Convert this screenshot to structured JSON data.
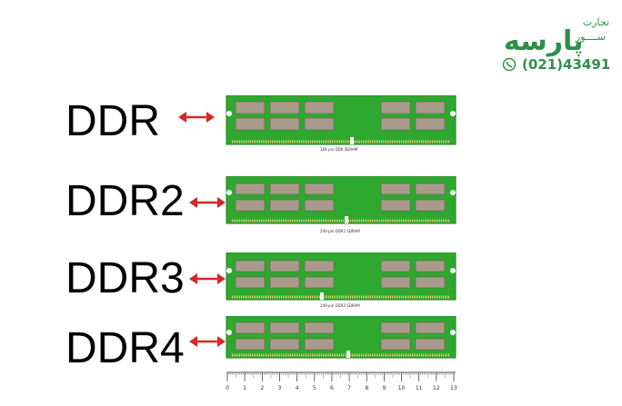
{
  "brand": {
    "logo_word": "پارسه",
    "tagline_top": "تجارت",
    "tagline_bottom": "ســــور",
    "phone": "(021)43491",
    "accent": "#2f8f4a"
  },
  "modules": [
    {
      "label": "DDR",
      "caption": "184-pin DDR SDRAM"
    },
    {
      "label": "DDR2",
      "caption": "240-pin DDR2 SDRAM"
    },
    {
      "label": "DDR3",
      "caption": "240-pin DDR3 SDRAM"
    },
    {
      "label": "DDR4",
      "caption": ""
    }
  ],
  "ruler": {
    "ticks": [
      "0",
      "1",
      "2",
      "3",
      "4",
      "5",
      "6",
      "7",
      "8",
      "9",
      "10",
      "11",
      "12",
      "13"
    ]
  },
  "colors": {
    "pcb": "#2fa82f",
    "pcb_edge": "#1f7f1f",
    "chip": "#a99a8c",
    "arrow": "#d62828",
    "pins": "#e8d36a"
  }
}
